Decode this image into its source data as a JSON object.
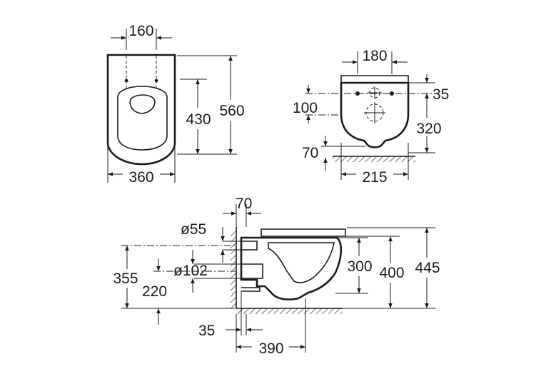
{
  "colors": {
    "ink": "#1a1a1a",
    "background": "#ffffff"
  },
  "top_view": {
    "dim_fixing_spacing": "160",
    "dim_fixing_depth": "430",
    "dim_length": "560",
    "dim_width": "360"
  },
  "front_view": {
    "dim_fixing_spacing": "180",
    "dim_top_to_fixing": "35",
    "dim_fixing_vertical": "100",
    "dim_fixing_height": "320",
    "dim_outlet_height": "70",
    "dim_base_width": "215"
  },
  "side_view": {
    "dim_wall_gap": "70",
    "dim_inlet_diameter": "ø55",
    "dim_outlet_diameter": "ø102",
    "dim_inlet_height": "355",
    "dim_outlet_height": "220",
    "dim_fixing_height": "300",
    "dim_bowl_height": "400",
    "dim_total_height": "445",
    "dim_wall_offset": "35",
    "dim_projection": "390"
  }
}
